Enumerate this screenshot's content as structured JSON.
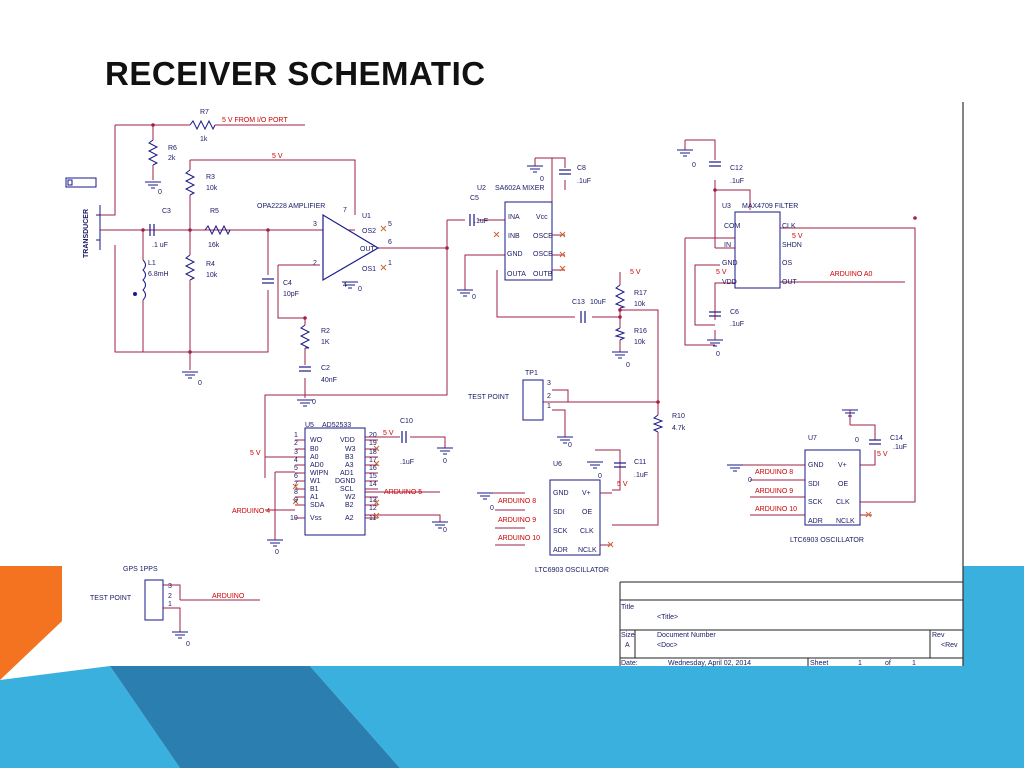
{
  "slide": {
    "title": "RECEIVER SCHEMATIC"
  },
  "colors": {
    "wire": "#a0204a",
    "part": "#1a1a88",
    "orange": "#f47321",
    "blue": "#3ab0de",
    "dark_blue": "#2a7fb0"
  },
  "labels": {
    "transducer": "TRANSDUCER",
    "r7": "R7",
    "r7_val": "1k",
    "port": "5 V FROM I/O PORT",
    "r6": "R6",
    "r6_val": "2k",
    "r3": "R3",
    "r3_val": "10k",
    "r4": "R4",
    "r4_val": "10k",
    "r5": "R5",
    "r5_val": "16k",
    "c3": "C3",
    "c3_val": ".1 uF",
    "l1": "L1",
    "l1_val": "6.8mH",
    "c4": "C4",
    "c4_val": "10pF",
    "r2": "R2",
    "r2_val": "1K",
    "c2": "C2",
    "c2_val": "40nF",
    "amp": "OPA2228 AMPLIFIER",
    "u1": "U1",
    "os2": "OS2",
    "out": "OUT",
    "os1": "OS1",
    "v5": "5 V",
    "c5": "C5",
    "c5_val": ".1uF",
    "u2": "U2",
    "mixer": "SA602A MIXER",
    "ina": "INA",
    "inb": "INB",
    "gnd": "GND",
    "outa": "OUTA",
    "vcc": "Vcc",
    "osce": "OSCE",
    "oscb": "OSCB",
    "outb": "OUTB",
    "c8": "C8",
    "c8_val": ".1uF",
    "c13": "C13",
    "c13_val": "10uF",
    "r17": "R17",
    "r17_val": "10k",
    "r16": "R16",
    "r16_val": "10k",
    "c12": "C12",
    "c12_val": ".1uF",
    "u3": "U3",
    "filter": "MAX4709 FILTER",
    "com": "COM",
    "in": "IN",
    "vdd": "VDD",
    "clk": "CLK",
    "shdn": "SHDN",
    "os": "OS",
    "arduino_a0": "ARDUINO A0",
    "c6": "C6",
    "c6_val": ".1uF",
    "tp1": "TP1",
    "test_point": "TEST POINT",
    "r10": "R10",
    "r10_val": "4.7k",
    "u5": "U5",
    "dds": "AD52533",
    "wo": "WO",
    "b0": "B0",
    "a0": "A0",
    "ad0": "AD0",
    "wipn": "WIPN",
    "w1": "W1",
    "b1": "B1",
    "a1": "A1",
    "sda": "SDA",
    "vss": "Vss",
    "w3": "W3",
    "b3": "B3",
    "a3": "A3",
    "ad1": "AD1",
    "dgnd": "DGND",
    "scl": "SCL",
    "w2": "W2",
    "b2": "B2",
    "a2": "A2",
    "c10": "C10",
    "c10_val": ".1uF",
    "arduino_4": "ARDUINO 4",
    "arduino_5": "ARDUINO 5",
    "u6": "U6",
    "c11": "C11",
    "c11_val": ".1uF",
    "arduino_8": "ARDUINO 8",
    "arduino_9": "ARDUINO 9",
    "arduino_10": "ARDUINO 10",
    "sdi": "SDI",
    "sck": "SCK",
    "adr": "ADR",
    "vplus": "V+",
    "oe": "OE",
    "nclk": "NCLK",
    "ltc": "LTC6903 OSCILLATOR",
    "u7": "U7",
    "c14": "C14",
    "c14_val": ".1uF",
    "gps": "GPS 1PPS",
    "arduino": "ARDUINO",
    "zero": "0",
    "n1": "1",
    "n2": "2",
    "n3": "3",
    "n4": "4",
    "n5": "5",
    "n6": "6",
    "n7": "7",
    "n8": "8",
    "n9": "9",
    "n10": "10",
    "n11": "11",
    "n12": "12",
    "n13": "13",
    "n14": "14",
    "n15": "15",
    "n16": "16",
    "n17": "17",
    "n18": "18",
    "n19": "19",
    "n20": "20"
  },
  "titleblock": {
    "title_label": "Title",
    "title_val": "<Title>",
    "size_label": "Size",
    "size_val": "A",
    "docnum_label": "Document Number",
    "docnum_val": "<Doc>",
    "rev_label": "Rev",
    "rev_val": "<Rev",
    "date_label": "Date:",
    "date_val": "Wednesday, April 02, 2014",
    "sheet_label": "Sheet",
    "sheet_val": "1",
    "of_label": "of",
    "of_val": "1"
  }
}
